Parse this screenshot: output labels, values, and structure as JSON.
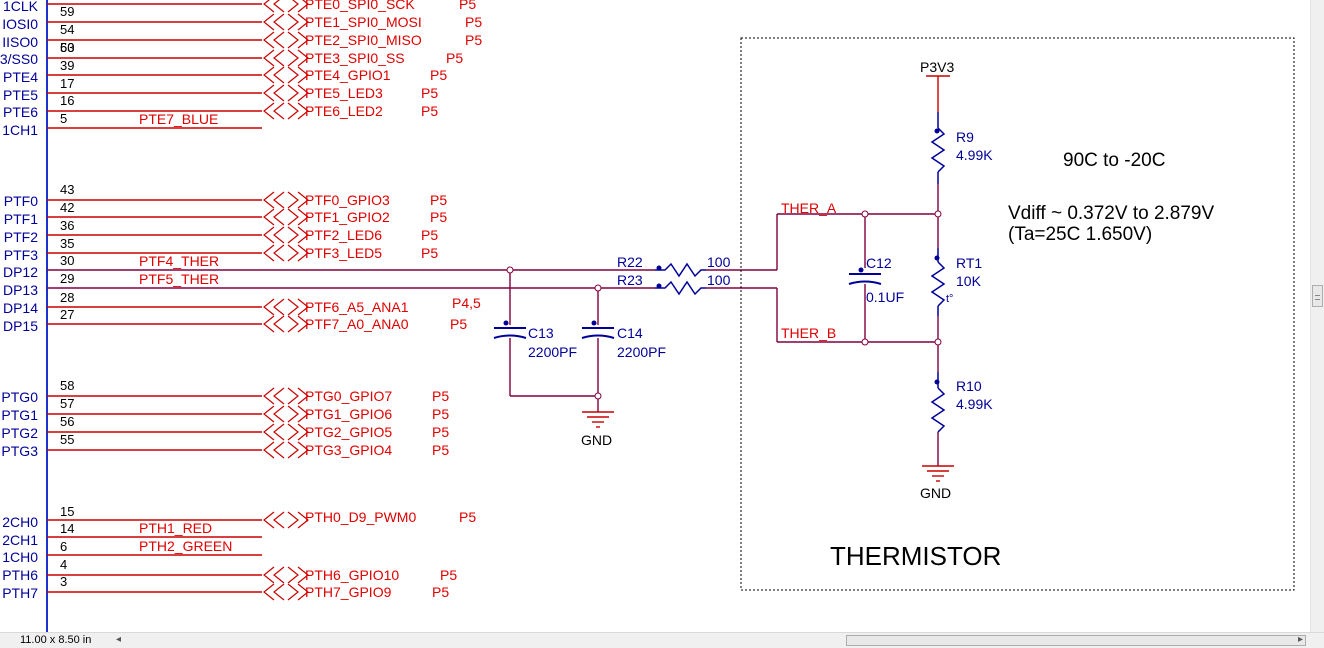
{
  "left_signals": [
    "1CLK",
    "IOSI0",
    "IISO0",
    "3/SS0",
    "PTE4",
    "PTE5",
    "PTE6",
    "1CH1",
    "PTF0",
    "PTF1",
    "PTF2",
    "PTF3",
    "DP12",
    "DP13",
    "DP14",
    "DP15",
    "PTG0",
    "PTG1",
    "PTG2",
    "PTG3",
    "2CH0",
    "2CH1",
    "1CH0",
    "PTH6",
    "PTH7"
  ],
  "pins": [
    "59",
    "54",
    "60",
    "53",
    "39",
    "17",
    "16",
    "5",
    "43",
    "42",
    "36",
    "35",
    "30",
    "29",
    "28",
    "27",
    "58",
    "57",
    "56",
    "55",
    "15",
    "14",
    "6",
    "4",
    "3"
  ],
  "ports": [
    {
      "name": "PTE0_SPI0_SCK",
      "page": "P5"
    },
    {
      "name": "PTE1_SPI0_MOSI",
      "page": "P5"
    },
    {
      "name": "PTE2_SPI0_MISO",
      "page": "P5"
    },
    {
      "name": "PTE3_SPI0_SS",
      "page": "P5"
    },
    {
      "name": "PTE4_GPIO1",
      "page": "P5"
    },
    {
      "name": "PTE5_LED3",
      "page": "P5"
    },
    {
      "name": "PTE6_LED2",
      "page": "P5"
    },
    {
      "name": "PTF0_GPIO3",
      "page": "P5"
    },
    {
      "name": "PTF1_GPIO2",
      "page": "P5"
    },
    {
      "name": "PTF2_LED6",
      "page": "P5"
    },
    {
      "name": "PTF3_LED5",
      "page": "P5"
    },
    {
      "name": "PTF6_A5_ANA1",
      "page": "P4,5"
    },
    {
      "name": "PTF7_A0_ANA0",
      "page": "P5"
    },
    {
      "name": "PTG0_GPIO7",
      "page": "P5"
    },
    {
      "name": "PTG1_GPIO6",
      "page": "P5"
    },
    {
      "name": "PTG2_GPIO5",
      "page": "P5"
    },
    {
      "name": "PTG3_GPIO4",
      "page": "P5"
    },
    {
      "name": "PTH0_D9_PWM0",
      "page": "P5"
    },
    {
      "name": "PTH6_GPIO10",
      "page": "P5"
    },
    {
      "name": "PTH7_GPIO9",
      "page": "P5"
    }
  ],
  "net_labels": {
    "pte7": "PTE7_BLUE",
    "ptf4": "PTF4_THER",
    "ptf5": "PTF5_THER",
    "pth1": "PTH1_RED",
    "pth2": "PTH2_GREEN",
    "ther_a": "THER_A",
    "ther_b": "THER_B"
  },
  "components": {
    "r22": {
      "ref": "R22",
      "value": "100"
    },
    "r23": {
      "ref": "R23",
      "value": "100"
    },
    "c13": {
      "ref": "C13",
      "value": "2200PF"
    },
    "c14": {
      "ref": "C14",
      "value": "2200PF"
    },
    "c12": {
      "ref": "C12",
      "value": "0.1UF"
    },
    "r9": {
      "ref": "R9",
      "value": "4.99K"
    },
    "rt1": {
      "ref": "RT1",
      "value": "10K",
      "mark": "t°"
    },
    "r10": {
      "ref": "R10",
      "value": "4.99K"
    }
  },
  "power": {
    "p3v3": "P3V3",
    "gnd": "GND"
  },
  "notes": {
    "temp_range": "90C to -20C",
    "vdiff": "Vdiff ~ 0.372V to 2.879V",
    "ta": "(Ta=25C 1.650V)",
    "block_title": "THERMISTOR"
  },
  "status": {
    "page_size": "11.00 x 8.50 in"
  },
  "colors": {
    "wire": "#800040",
    "net_label": "#e00000",
    "part": "#000099",
    "power_red": "#cc0000",
    "bus": "#1a33cc",
    "text": "#000000"
  }
}
